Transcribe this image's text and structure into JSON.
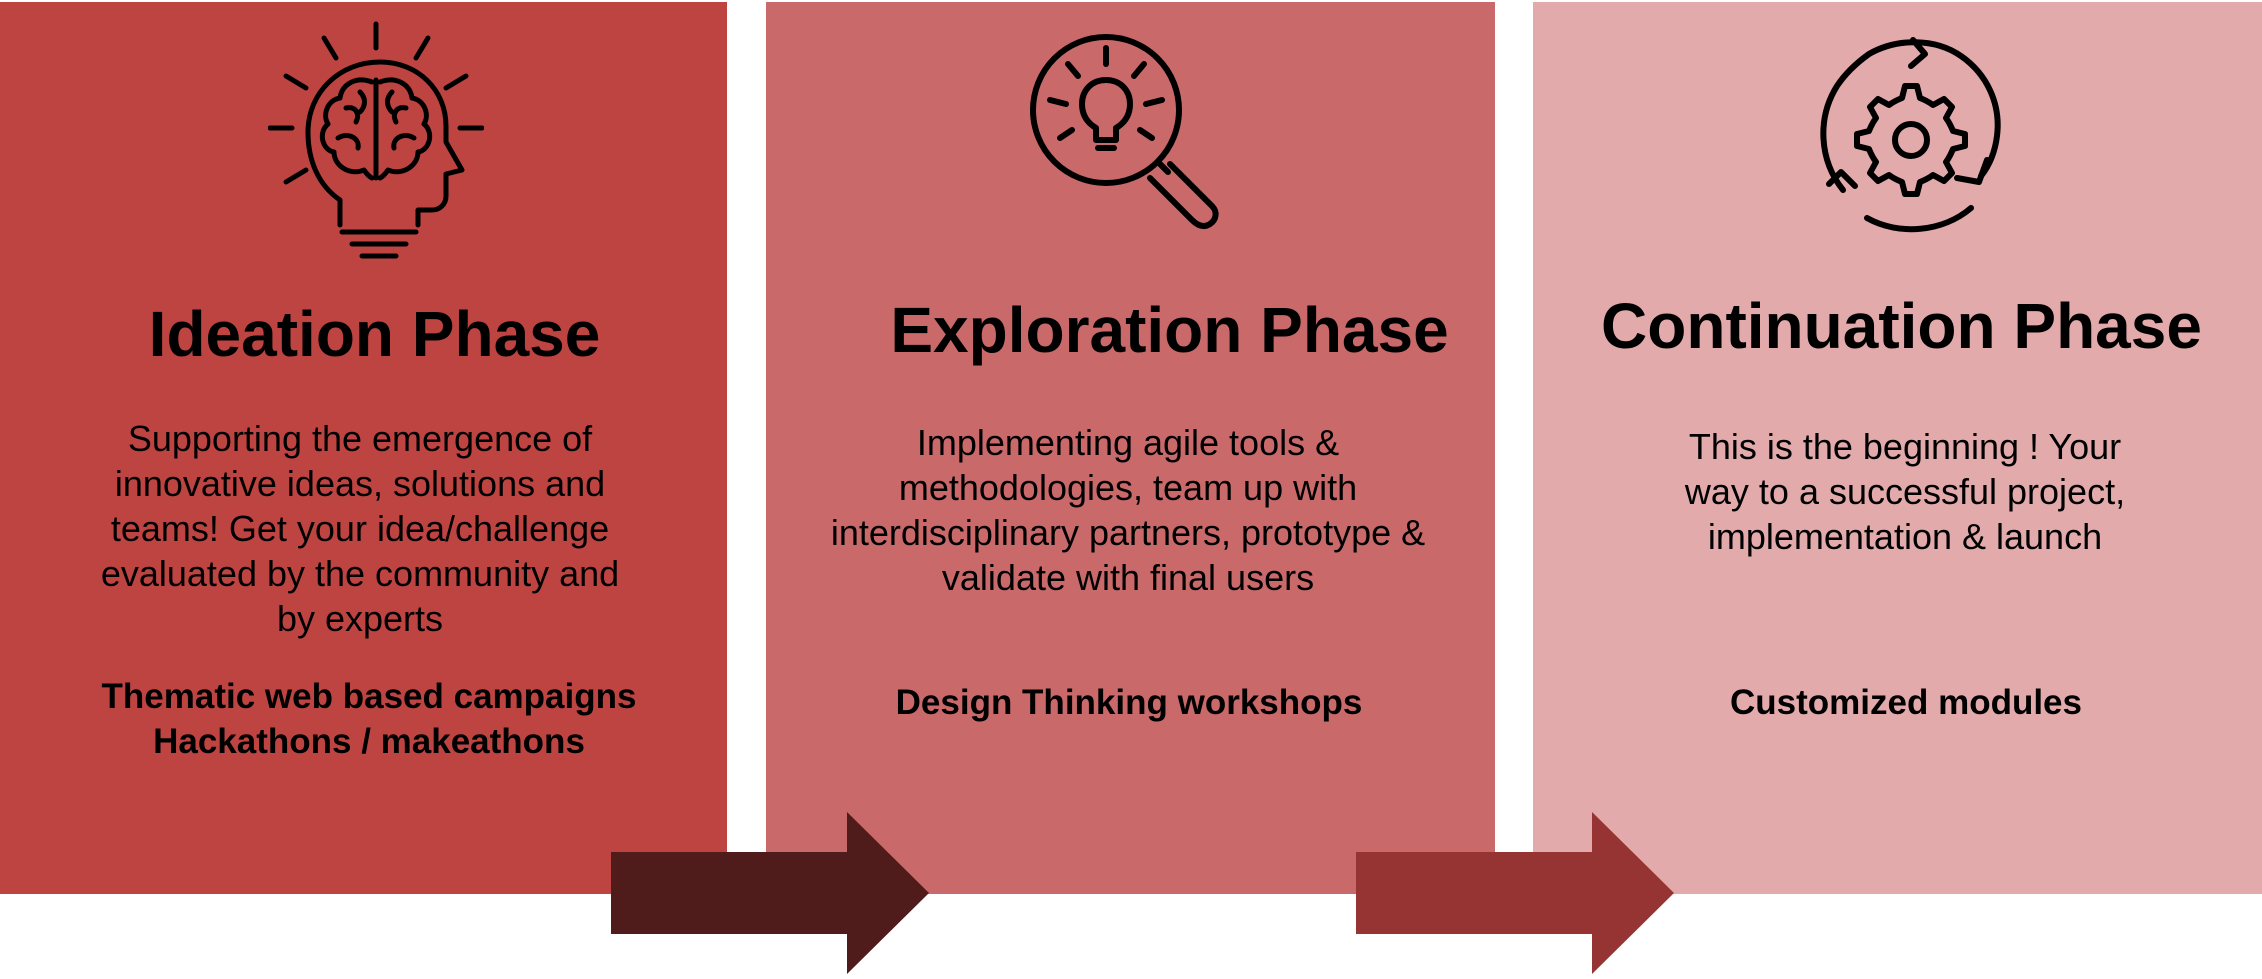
{
  "colors": {
    "panel_1": "#be4442",
    "panel_2": "#c9696a",
    "panel_3": "#e2aaab",
    "arrow_1": "#4f1b1b",
    "arrow_2": "#963333"
  },
  "phases": [
    {
      "icon": "brain-head-icon",
      "title": "Ideation Phase",
      "description": "Supporting the emergence of innovative ideas, solutions and teams! Get your idea/challenge evaluated by the community and by experts",
      "taglines": [
        "Thematic web based campaigns",
        "Hackathons / makeathons"
      ]
    },
    {
      "icon": "magnifier-lightbulb-icon",
      "title": "Exploration Phase",
      "description": "Implementing agile tools & methodologies, team up with interdisciplinary partners, prototype & validate with final users",
      "taglines": [
        "Design Thinking workshops"
      ]
    },
    {
      "icon": "gear-cycle-icon",
      "title": "Continuation Phase",
      "description": "This is the beginning ! Your way to a successful project, implementation & launch",
      "taglines": [
        "Customized modules"
      ]
    }
  ]
}
